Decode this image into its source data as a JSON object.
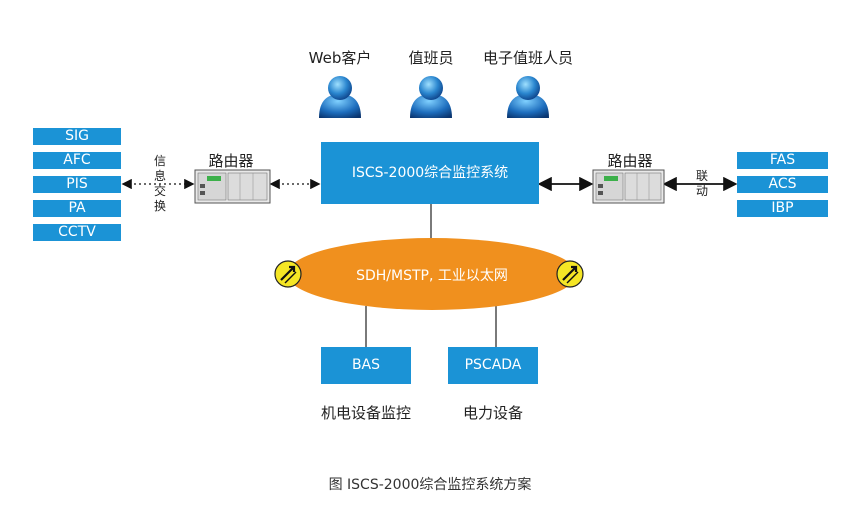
{
  "users": [
    "Web客户",
    "值班员",
    "电子值班人员"
  ],
  "left_systems": [
    "SIG",
    "AFC",
    "PIS",
    "PA",
    "CCTV"
  ],
  "right_systems": [
    "FAS",
    "ACS",
    "IBP"
  ],
  "left_router": "路由器",
  "right_router": "路由器",
  "left_link_label": [
    "信",
    "息",
    "交",
    "换"
  ],
  "right_link_label": [
    "联",
    "动"
  ],
  "main_system": "ISCS-2000综合监控系统",
  "network": "SDH/MSTP, 工业以太网",
  "subsystems": [
    {
      "box": "BAS",
      "label": "机电设备监控"
    },
    {
      "box": "PSCADA",
      "label": "电力设备"
    }
  ],
  "caption": "图 ISCS-2000综合监控系统方案",
  "colors": {
    "box_blue": "#1b93d6",
    "network_orange": "#f0901e",
    "arrow_yellow": "#f5e625"
  }
}
